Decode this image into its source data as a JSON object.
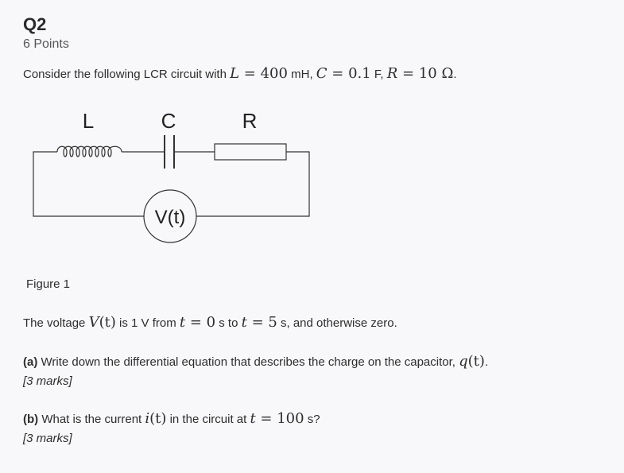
{
  "question": {
    "title": "Q2",
    "points": "6 Points"
  },
  "intro": {
    "text_before": "Consider the following LCR circuit with ",
    "L_symbol": "L",
    "L_value": " = 400",
    "L_unit": " mH, ",
    "C_symbol": "C",
    "C_value": " = 0.1",
    "C_unit": " F, ",
    "R_symbol": "R",
    "R_value": " = 10 Ω",
    "end": "."
  },
  "figure": {
    "label_L": "L",
    "label_C": "C",
    "label_R": "R",
    "source_label": "V(t)",
    "caption": "Figure 1"
  },
  "voltage": {
    "text_before": "The voltage ",
    "symbol": "V",
    "arg": "(t)",
    "text_mid": " is 1 V from ",
    "t1_symbol": "t",
    "t1_value": " = 0",
    "text_mid2": " s to ",
    "t2_symbol": "t",
    "t2_value": " = 5",
    "text_end": " s, and otherwise zero."
  },
  "part_a": {
    "label": "(a)",
    "text": " Write down the differential equation that describes the charge on the capacitor, ",
    "symbol": "q",
    "arg": "(t)",
    "end": ".",
    "marks": "[3 marks]"
  },
  "part_b": {
    "label": "(b)",
    "text": " What is the current ",
    "symbol": "i",
    "arg": "(t)",
    "text_mid": " in the circuit at ",
    "t_symbol": "t",
    "t_value": " = 100",
    "text_end": " s?",
    "marks": "[3 marks]"
  }
}
